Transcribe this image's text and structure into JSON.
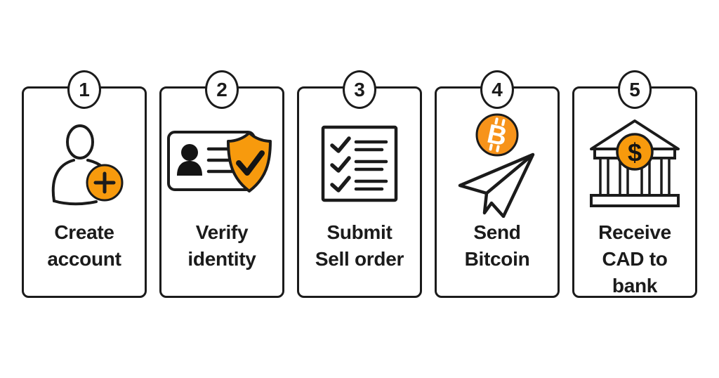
{
  "diagram": {
    "description": "Five-step sell Bitcoin process",
    "steps": [
      {
        "number": "1",
        "label": "Create\naccount",
        "icon": "user-add-icon"
      },
      {
        "number": "2",
        "label": "Verify\nidentity",
        "icon": "id-card-shield-check-icon"
      },
      {
        "number": "3",
        "label": "Submit\nSell order",
        "icon": "checklist-icon"
      },
      {
        "number": "4",
        "label": "Send\nBitcoin",
        "icon": "bitcoin-paper-plane-icon"
      },
      {
        "number": "5",
        "label": "Receive\nCAD to bank",
        "icon": "bank-dollar-icon"
      }
    ]
  },
  "colors": {
    "accent_orange": "#F79A0D",
    "bitcoin_orange": "#F7931A",
    "ink": "#1B1B1B",
    "background": "#FFFFFF"
  }
}
